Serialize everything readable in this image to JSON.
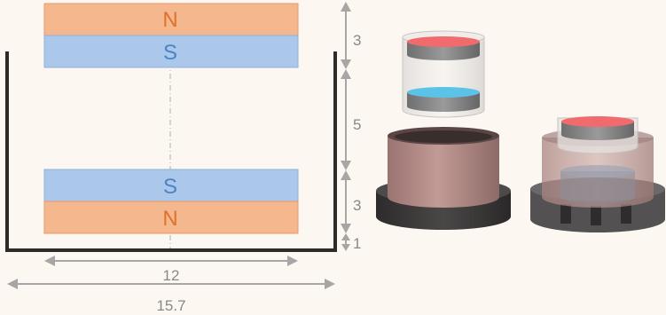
{
  "diagram": {
    "poles": {
      "top_north": "N",
      "top_south": "S",
      "bottom_south": "S",
      "bottom_north": "N"
    },
    "dimensions": {
      "top_magnet_thickness": "3",
      "gap": "5",
      "bottom_magnet_thickness": "3",
      "base_thickness": "1",
      "magnet_width": "12",
      "container_width": "15.7"
    }
  },
  "colors": {
    "north": "#f5b78d",
    "south": "#abc7ea",
    "north_label": "#e0712f",
    "south_label": "#4f82c6",
    "container": "#2e2a28",
    "dimension": "#a6a6a6",
    "renders": {
      "red_disc": "#f06a6e",
      "blue_disc": "#5cc3e8",
      "sleeve": "#b98a86",
      "base": "#3d3b3b"
    }
  }
}
